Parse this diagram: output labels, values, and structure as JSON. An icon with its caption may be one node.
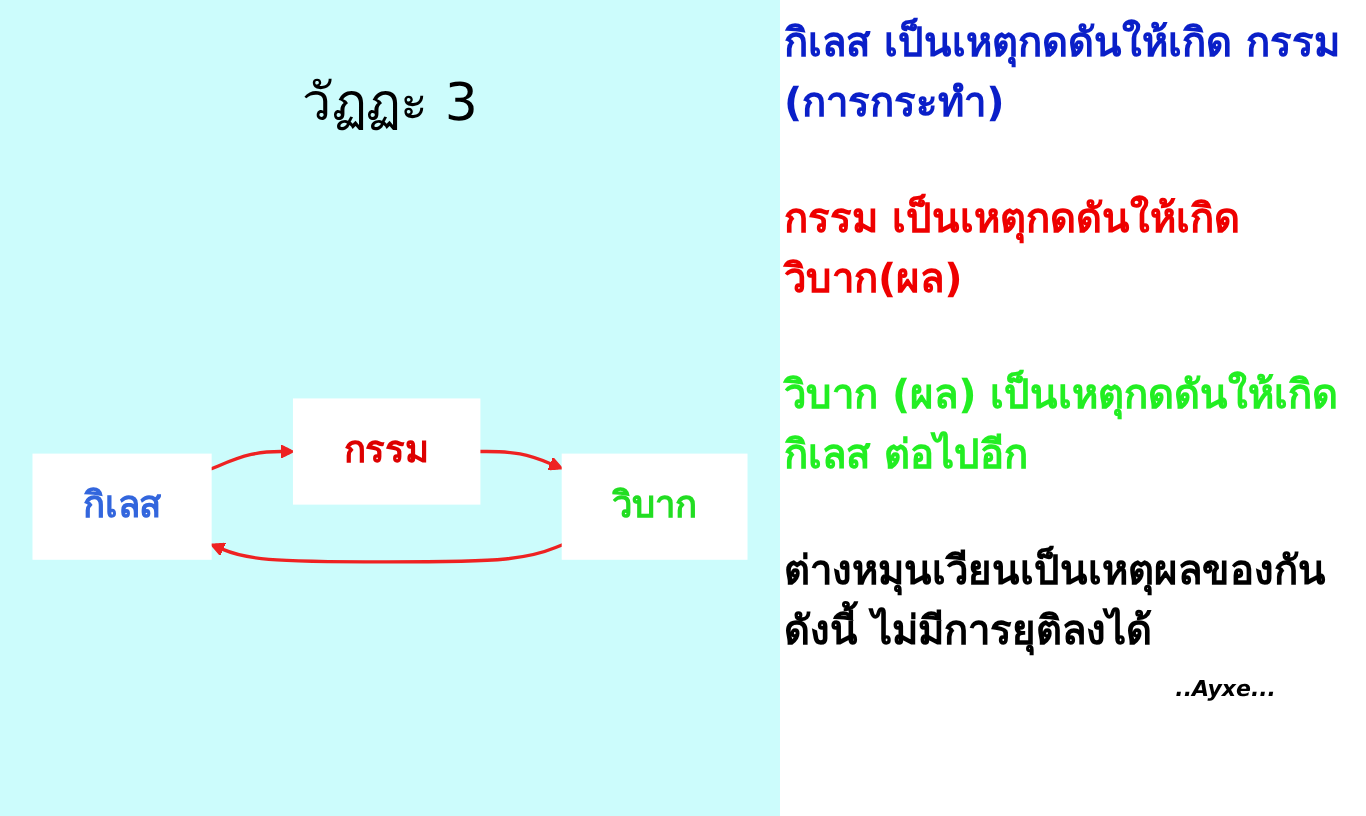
{
  "diagram": {
    "title": "วัฏฏะ 3",
    "nodes": [
      {
        "text": [
          "กิเลส"
        ]
      },
      {
        "text": [
          "กรรม"
        ]
      },
      {
        "text": [
          "วิบาก"
        ]
      }
    ],
    "edges": [
      {
        "from": 0,
        "to": 1,
        "arrow": "to"
      },
      {
        "from": 1,
        "to": 2,
        "arrow": "to"
      },
      {
        "from": 2,
        "to": 0,
        "arrow": "to"
      }
    ],
    "labels": [
      "กิเลส เป็นเหตุกดดันให้เกิด กรรม (การกระทำ)",
      "กรรม เป็นเหตุกดดันให้เกิด วิบาก(ผล)",
      "วิบาก (ผล) เป็นเหตุกดดันให้เกิด กิเลส ต่อไปอีก",
      "ต่างหมุนเวียนเป็นเหตุผลของกัน ดังนี้ ไม่มีการยุติลงได้",
      "..Ayxe..."
    ]
  }
}
